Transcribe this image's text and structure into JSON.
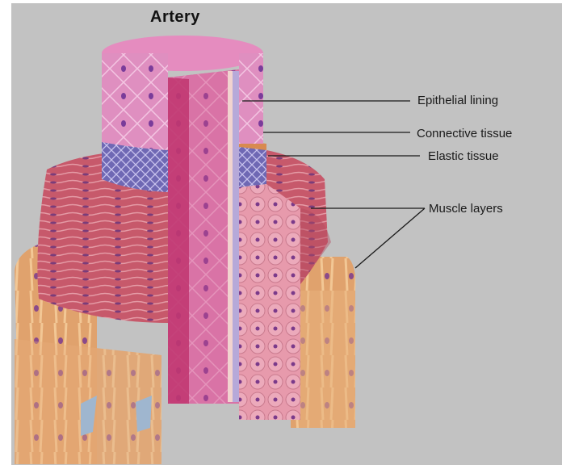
{
  "title": "Artery",
  "labels": {
    "epithelial": "Epithelial lining",
    "connective": "Connective tissue",
    "elastic": "Elastic tissue",
    "muscle": "Muscle layers"
  },
  "colors": {
    "background": "#c2c2c2",
    "lumen_pink": "#d0457e",
    "epithelium": "#e49ac7",
    "muscle_red": "#c9596a",
    "elastic_blue": "#7b70b8",
    "connective_tan": "#e3a872",
    "leader_line": "#1a1a1a"
  }
}
